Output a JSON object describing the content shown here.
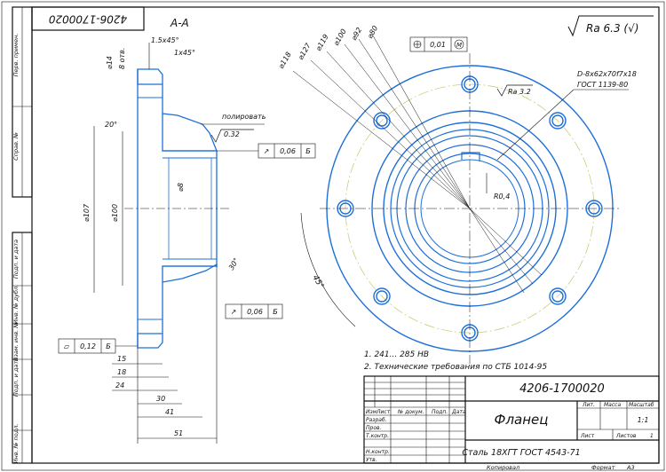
{
  "drawing": {
    "code_top": "4206-1700020",
    "section_label": "А-А",
    "roughness_general": "Ra 6.3 (√)",
    "notes": [
      "1. 241... 285 HB",
      "2. Технические требования по СТБ 1014-95"
    ],
    "left_dims": {
      "chamfer1": "1.5x45°",
      "chamfer2": "1x45°",
      "hole_d": "⌀14",
      "holes": "8 отв.",
      "d107": "⌀107",
      "d100": "⌀100",
      "d8": "⌀8",
      "angle20": "20°",
      "angle30": "30°",
      "polish": "полировать",
      "ra032": "0.32",
      "tol1": {
        "sym": "↗",
        "val": "0,06",
        "base": "Б"
      },
      "tol2": {
        "sym": "↗",
        "val": "0,06",
        "base": "Б"
      },
      "tol3": {
        "sym": "▱",
        "val": "0,12",
        "base": "Б"
      },
      "len": [
        "15",
        "18",
        "24",
        "30",
        "41",
        "51"
      ]
    },
    "right_dims": {
      "pos_tol": {
        "val": "0,01",
        "mod": "M"
      },
      "diams": [
        "⌀118",
        "⌀127",
        "⌀119",
        "⌀100",
        "⌀92",
        "⌀80"
      ],
      "spline": "D-8x62x70f7x18",
      "spline_std": "ГОСТ 1139-80",
      "ra32": "Ra 3.2",
      "r04": "R0,4",
      "angle45": "45°"
    },
    "side_labels": [
      "Перв. примен.",
      "Справ. №",
      "Подп. и дата",
      "Инв. № дубл.",
      "Взам. инв. №",
      "Подп. и дата",
      "Инв. № подл."
    ]
  },
  "title_block": {
    "code": "4206-1700020",
    "name": "Фланец",
    "material": "Сталь 18ХГТ ГОСТ 4543-71",
    "col_headers": [
      "Изм",
      "Лист",
      "№ докум.",
      "Подп.",
      "Дата"
    ],
    "row_labels": [
      "Разраб.",
      "Пров.",
      "Т.контр.",
      "",
      "Н.контр.",
      "Утв."
    ],
    "lit": "Лит.",
    "mass": "Масса",
    "scale_label": "Масштаб",
    "scale": "1:1",
    "sheet": "Лист",
    "sheets": "Листов",
    "sheets_val": "1"
  },
  "footer": {
    "copied": "Копировал",
    "format": "Формат",
    "format_val": "А3"
  }
}
